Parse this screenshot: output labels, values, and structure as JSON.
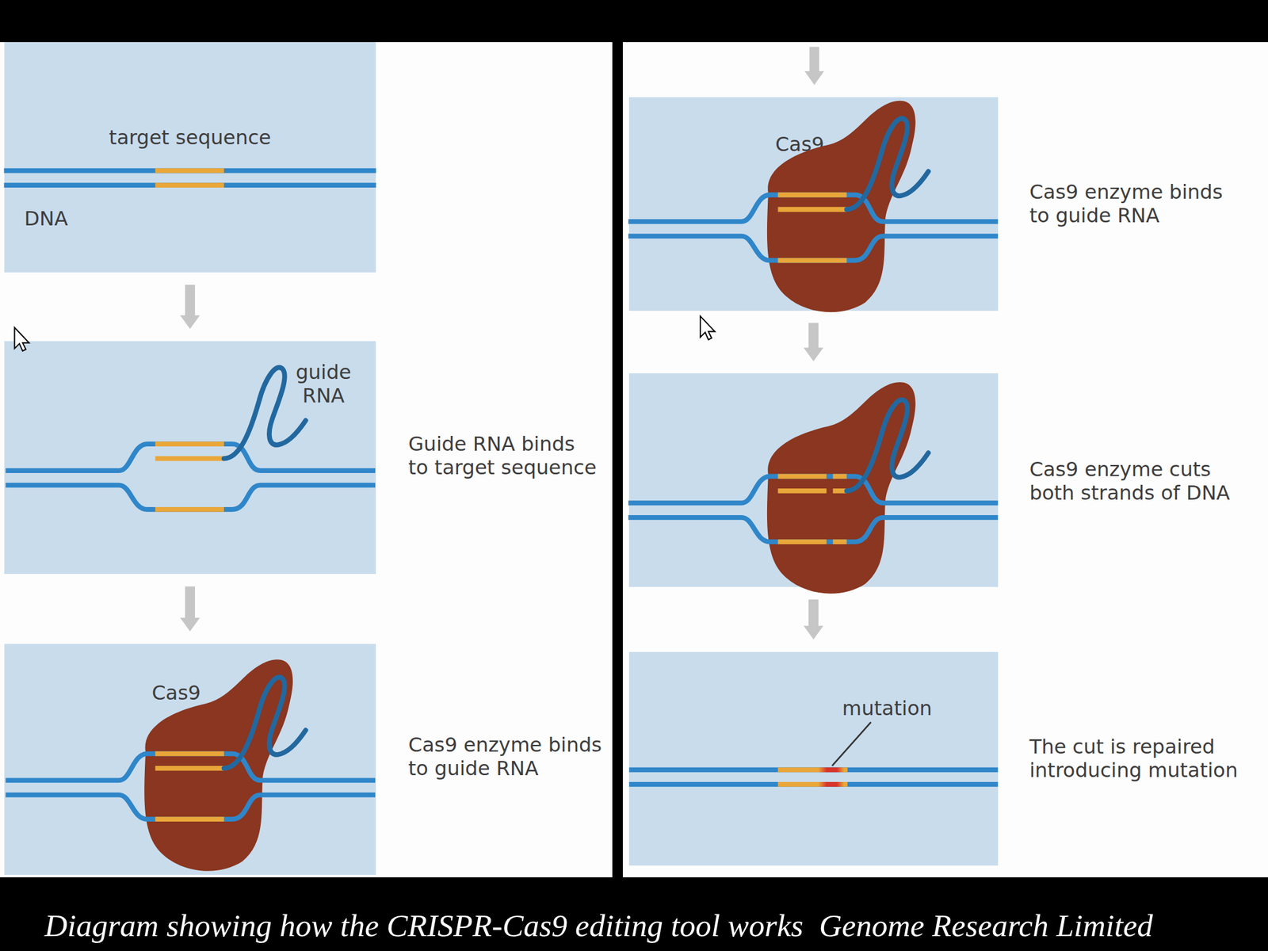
{
  "diagram": {
    "caption": "Diagram showing how the CRISPR-Cas9 editing tool works  Genome Research Limited",
    "nodes": [
      {
        "text": [
          "target sequence",
          "DNA"
        ]
      },
      {
        "text": [
          "guide RNA",
          "Guide RNA binds to target sequence"
        ]
      },
      {
        "text": [
          "Cas9",
          "Cas9 enzyme binds to guide RNA"
        ]
      },
      {
        "text": [
          "Cas9",
          "Cas9 enzyme binds to guide RNA"
        ]
      },
      {
        "text": [
          "Cas9 enzyme cuts both strands of DNA"
        ]
      },
      {
        "text": [
          "mutation",
          "The cut is repaired introducing mutation"
        ]
      }
    ],
    "edges": [
      {
        "from": 0,
        "to": 1,
        "arrow": "to"
      },
      {
        "from": 1,
        "to": 2,
        "arrow": "to"
      },
      {
        "from": 3,
        "to": 4,
        "arrow": "to"
      },
      {
        "from": 4,
        "to": 5,
        "arrow": "to"
      }
    ]
  }
}
